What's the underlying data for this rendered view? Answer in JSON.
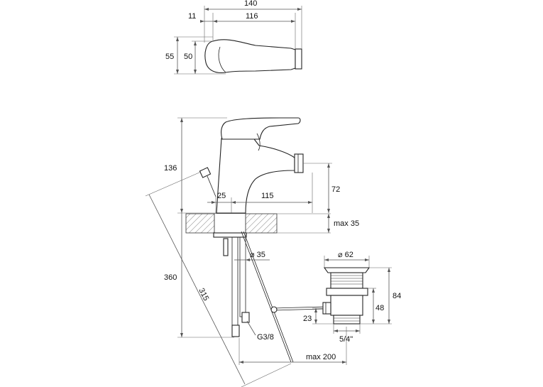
{
  "top_view": {
    "dims": {
      "overall_length": "140",
      "body_length": "116",
      "offset": "11",
      "total_height": "55",
      "body_height": "50"
    }
  },
  "front_view": {
    "dims": {
      "tap_height": "136",
      "spout_height": "72",
      "spout_reach": "115",
      "pop_up_offset": "25",
      "max_thickness": "max 35",
      "hole_diameter": "⌀ 35",
      "hose_length": "360",
      "rod_length": "315",
      "connection": "G3/8",
      "max_reach": "max 200"
    }
  },
  "waste_view": {
    "dims": {
      "top_diameter": "⌀ 62",
      "total_height": "84",
      "body_height": "48",
      "side_offset": "23",
      "thread": "5/4\""
    }
  }
}
